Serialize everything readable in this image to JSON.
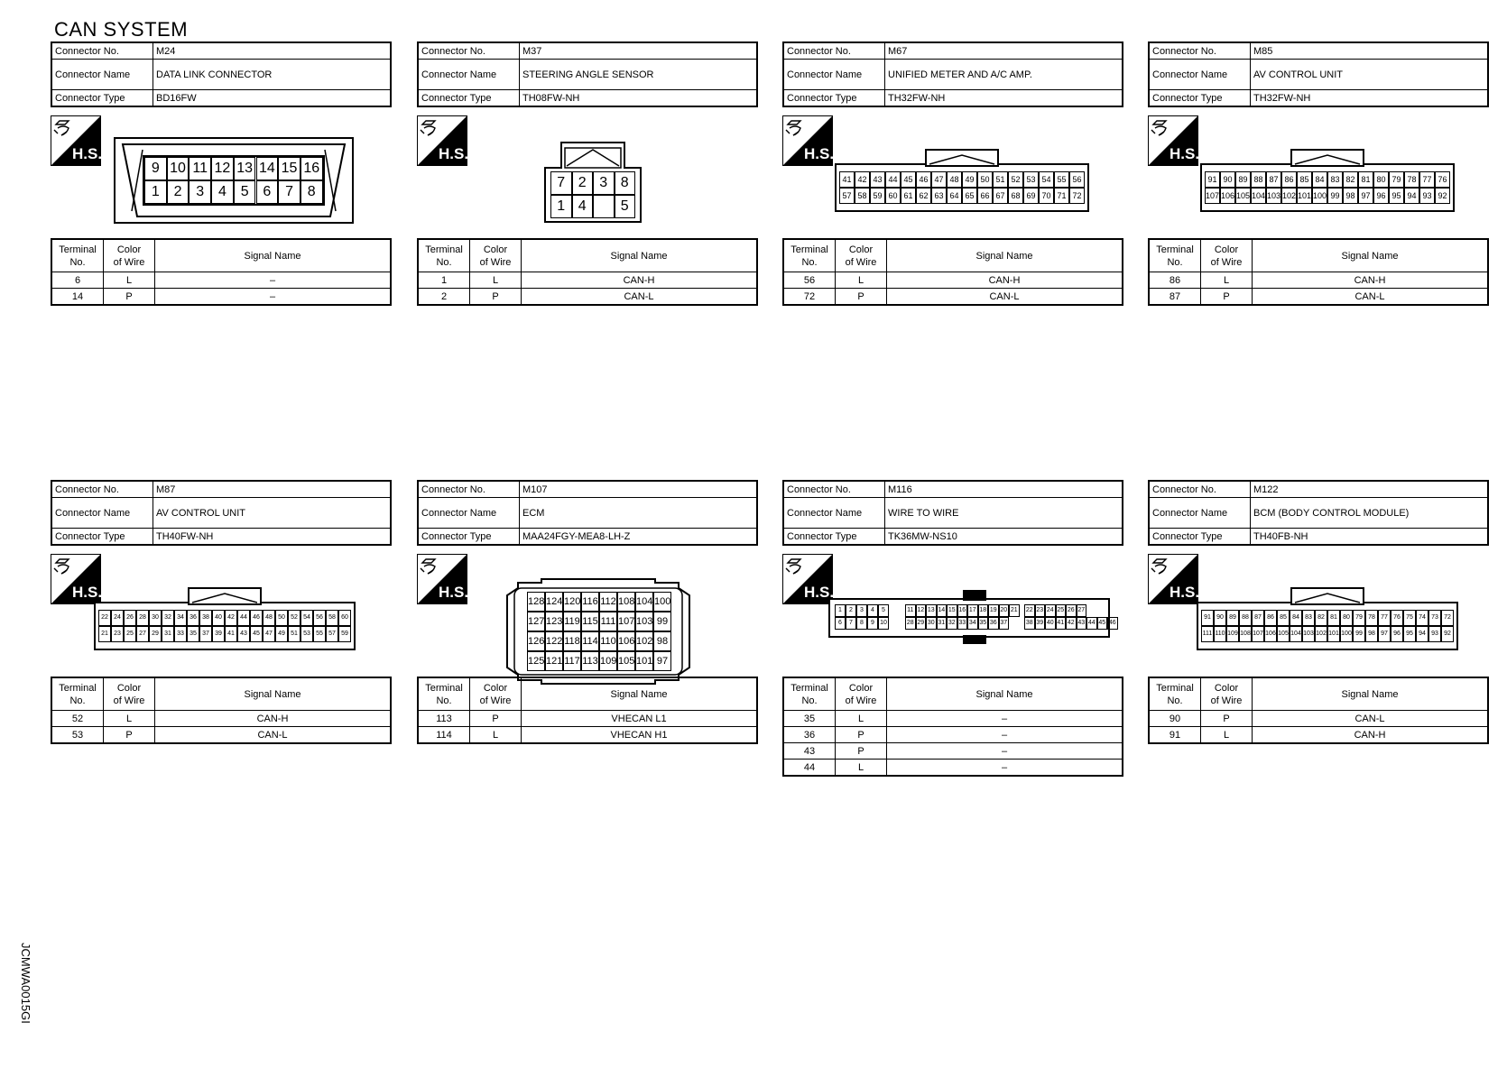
{
  "page": {
    "title": "CAN SYSTEM",
    "code": "JCMWA0015GI"
  },
  "labels": {
    "connector_no": "Connector No.",
    "connector_name": "Connector Name",
    "connector_type": "Connector Type",
    "terminal_no": "Terminal No.",
    "color_of_wire": "Color of Wire",
    "signal_name": "Signal Name",
    "hs": "H.S."
  },
  "connectors": [
    {
      "no": "M24",
      "name": "DATA LINK CONNECTOR",
      "type": "BD16FW",
      "pins_top": [
        "9",
        "10",
        "11",
        "12",
        "13",
        "14",
        "15",
        "16"
      ],
      "pins_bottom": [
        "1",
        "2",
        "3",
        "4",
        "5",
        "6",
        "7",
        "8"
      ],
      "rows": [
        {
          "t": "6",
          "c": "L",
          "s": "–"
        },
        {
          "t": "14",
          "c": "P",
          "s": "–"
        }
      ]
    },
    {
      "no": "M37",
      "name": "STEERING ANGLE SENSOR",
      "type": "TH08FW-NH",
      "pins_top": [
        "7",
        "2",
        "3",
        "8"
      ],
      "pins_bottom": [
        "1",
        "4",
        "",
        "5"
      ],
      "rows": [
        {
          "t": "1",
          "c": "L",
          "s": "CAN-H"
        },
        {
          "t": "2",
          "c": "P",
          "s": "CAN-L"
        }
      ]
    },
    {
      "no": "M67",
      "name": "UNIFIED METER AND A/C AMP.",
      "type": "TH32FW-NH",
      "pins_top": [
        "41",
        "42",
        "43",
        "44",
        "45",
        "46",
        "47",
        "48",
        "49",
        "50",
        "51",
        "52",
        "53",
        "54",
        "55",
        "56"
      ],
      "pins_bottom": [
        "57",
        "58",
        "59",
        "60",
        "61",
        "62",
        "63",
        "64",
        "65",
        "66",
        "67",
        "68",
        "69",
        "70",
        "71",
        "72"
      ],
      "rows": [
        {
          "t": "56",
          "c": "L",
          "s": "CAN-H"
        },
        {
          "t": "72",
          "c": "P",
          "s": "CAN-L"
        }
      ]
    },
    {
      "no": "M85",
      "name": "AV CONTROL UNIT",
      "type": "TH32FW-NH",
      "pins_top": [
        "91",
        "90",
        "89",
        "88",
        "87",
        "86",
        "85",
        "84",
        "83",
        "82",
        "81",
        "80",
        "79",
        "78",
        "77",
        "76"
      ],
      "pins_bottom": [
        "107",
        "106",
        "105",
        "104",
        "103",
        "102",
        "101",
        "100",
        "99",
        "98",
        "97",
        "96",
        "95",
        "94",
        "93",
        "92"
      ],
      "rows": [
        {
          "t": "86",
          "c": "L",
          "s": "CAN-H"
        },
        {
          "t": "87",
          "c": "P",
          "s": "CAN-L"
        }
      ]
    },
    {
      "no": "M87",
      "name": "AV CONTROL UNIT",
      "type": "TH40FW-NH",
      "pins_top": [
        "22",
        "24",
        "26",
        "28",
        "30",
        "32",
        "34",
        "36",
        "38",
        "40",
        "42",
        "44",
        "46",
        "48",
        "50",
        "52",
        "54",
        "56",
        "58",
        "60"
      ],
      "pins_bottom": [
        "21",
        "23",
        "25",
        "27",
        "29",
        "31",
        "33",
        "35",
        "37",
        "39",
        "41",
        "43",
        "45",
        "47",
        "49",
        "51",
        "53",
        "55",
        "57",
        "59"
      ],
      "rows": [
        {
          "t": "52",
          "c": "L",
          "s": "CAN-H"
        },
        {
          "t": "53",
          "c": "P",
          "s": "CAN-L"
        }
      ]
    },
    {
      "no": "M107",
      "name": "ECM",
      "type": "MAA24FGY-MEA8-LH-Z",
      "grid": [
        [
          "128",
          "124",
          "120",
          "116",
          "112",
          "108",
          "104",
          "100"
        ],
        [
          "127",
          "123",
          "119",
          "115",
          "111",
          "107",
          "103",
          "99"
        ],
        [
          "126",
          "122",
          "118",
          "114",
          "110",
          "106",
          "102",
          "98"
        ],
        [
          "125",
          "121",
          "117",
          "113",
          "109",
          "105",
          "101",
          "97"
        ]
      ],
      "rows": [
        {
          "t": "113",
          "c": "P",
          "s": "VHECAN L1"
        },
        {
          "t": "114",
          "c": "L",
          "s": "VHECAN H1"
        }
      ]
    },
    {
      "no": "M116",
      "name": "WIRE TO WIRE",
      "type": "TK36MW-NS10",
      "pins_top": [
        "1",
        "2",
        "3",
        "4",
        "5",
        "11",
        "12",
        "13",
        "14",
        "15",
        "16",
        "17",
        "18",
        "19",
        "20",
        "21",
        "22",
        "23",
        "24",
        "25",
        "26",
        "27"
      ],
      "pins_bottom": [
        "6",
        "7",
        "8",
        "9",
        "10",
        "28",
        "29",
        "30",
        "31",
        "32",
        "33",
        "34",
        "35",
        "36",
        "37",
        "38",
        "39",
        "40",
        "41",
        "42",
        "43",
        "44",
        "45",
        "46"
      ],
      "rows": [
        {
          "t": "35",
          "c": "L",
          "s": "–"
        },
        {
          "t": "36",
          "c": "P",
          "s": "–"
        },
        {
          "t": "43",
          "c": "P",
          "s": "–"
        },
        {
          "t": "44",
          "c": "L",
          "s": "–"
        }
      ]
    },
    {
      "no": "M122",
      "name": "BCM (BODY CONTROL MODULE)",
      "type": "TH40FB-NH",
      "pins_top": [
        "91",
        "90",
        "89",
        "88",
        "87",
        "86",
        "85",
        "84",
        "83",
        "82",
        "81",
        "80",
        "79",
        "78",
        "77",
        "76",
        "75",
        "74",
        "73",
        "72"
      ],
      "pins_bottom": [
        "111",
        "110",
        "109",
        "108",
        "107",
        "106",
        "105",
        "104",
        "103",
        "102",
        "101",
        "100",
        "99",
        "98",
        "97",
        "96",
        "95",
        "94",
        "93",
        "92"
      ],
      "rows": [
        {
          "t": "90",
          "c": "P",
          "s": "CAN-L"
        },
        {
          "t": "91",
          "c": "L",
          "s": "CAN-H"
        }
      ]
    }
  ]
}
